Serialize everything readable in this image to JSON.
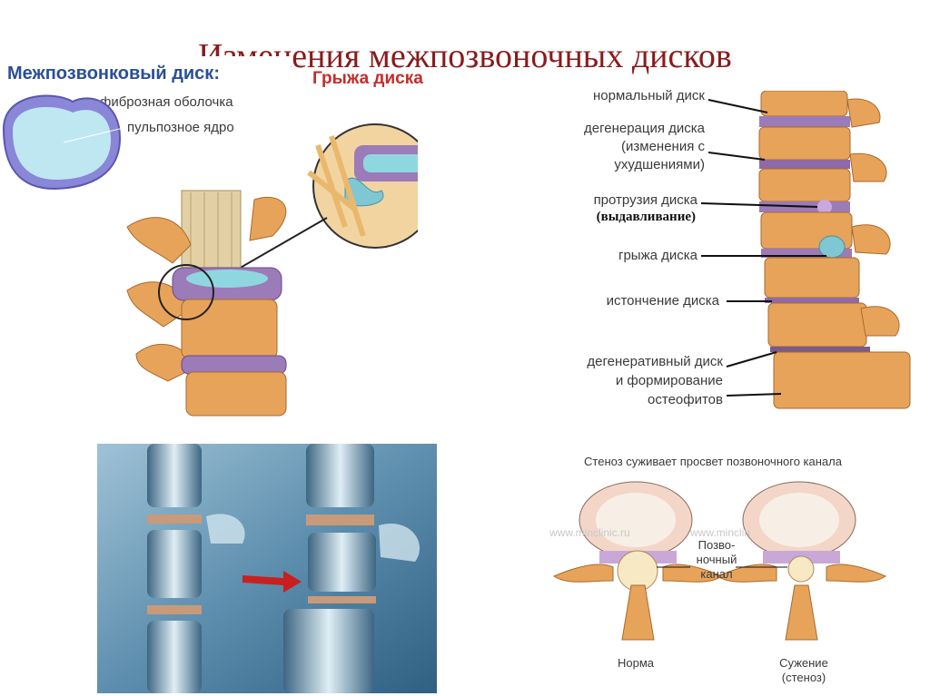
{
  "title": "Изменения межпозвоночных дисков",
  "disk_panel": {
    "heading": "Межпозвонковый диск:",
    "fibrous": "фиброзная оболочка",
    "nucleus": "пульпозное ядро"
  },
  "hernia_panel": {
    "heading": "Грыжа диска"
  },
  "spine_labels": {
    "normal": "нормальный диск",
    "degeneration": [
      "дегенерация диска",
      "(изменения с",
      "ухудшениями)"
    ],
    "protrusion": "протрузия диска",
    "protrusion_note": "(выдавливание)",
    "hernia": "грыжа диска",
    "thinning": "истончение диска",
    "degenerative": [
      "дегенеративный диск",
      "и формирование",
      "остеофитов"
    ]
  },
  "stenosis_panel": {
    "heading": "Стеноз суживает просвет позвоночного канала",
    "watermark_left": "www.minclinic.ru",
    "watermark_right": "www.minclin",
    "canal": [
      "Позво-",
      "ночный",
      "канал"
    ],
    "norm": "Норма",
    "narrowing": [
      "Сужение",
      "(стеноз)"
    ]
  },
  "colors": {
    "title": "#8a1b1b",
    "heading_blue": "#2a4f95",
    "heading_red": "#c62b2b",
    "bone": "#e8a35a",
    "disc": "#9b7bb8",
    "nucleus": "#bfe7f2"
  }
}
